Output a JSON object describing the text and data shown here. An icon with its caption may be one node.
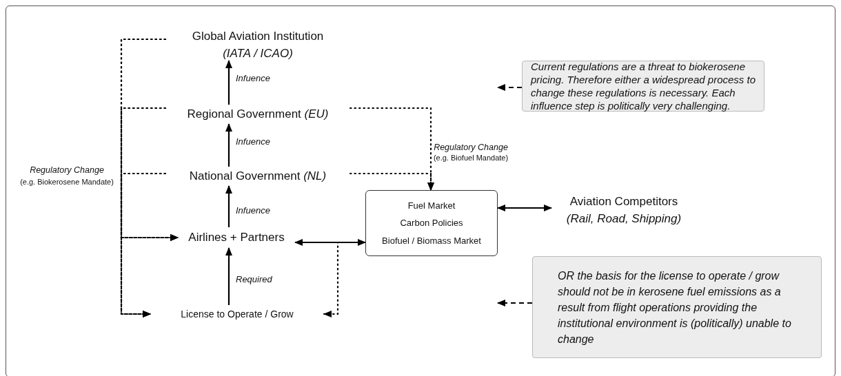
{
  "diagram": {
    "nodes": [
      {
        "text": [
          "Global Aviation Institution",
          "(IATA / ICAO)"
        ]
      },
      {
        "text": [
          "Regional Government *(EU)*"
        ]
      },
      {
        "text": [
          "National Government *(NL)*"
        ]
      },
      {
        "text": [
          "Airlines + Partners"
        ]
      },
      {
        "text": [
          "License to Operate / Grow"
        ]
      },
      {
        "text": [
          "Fuel Market",
          "Carbon Policies",
          "Biofuel / Biomass Market"
        ]
      },
      {
        "text": [
          "Aviation Competitors",
          "(Rail, Road, Shipping)"
        ]
      },
      {
        "text": [
          "Current regulations are a threat to biokerosene pricing. Therefore either a widespread process to change these regulations is necessary. Each influence step is politically very challenging."
        ]
      },
      {
        "text": [
          "OR the basis for the license to operate / grow should not be in kerosene fuel emissions as a result from flight operations providing the institutional environment is (politically) unable to change"
        ]
      }
    ],
    "edges": [
      {
        "from": 1,
        "to": 0,
        "arrow": "to",
        "label": "Infuence"
      },
      {
        "from": 2,
        "to": 1,
        "arrow": "to",
        "label": "Infuence"
      },
      {
        "from": 3,
        "to": 2,
        "arrow": "to",
        "label": "Infuence"
      },
      {
        "from": 4,
        "to": 3,
        "arrow": "to",
        "label": "Required"
      },
      {
        "from": 0,
        "to": 3,
        "arrow": "to",
        "style": "dashed"
      },
      {
        "from": 0,
        "to": 4,
        "arrow": "to",
        "style": "dashed"
      },
      {
        "from": 1,
        "to": 3,
        "arrow": "to",
        "style": "dashed"
      },
      {
        "from": 1,
        "to": 4,
        "arrow": "to",
        "style": "dashed"
      },
      {
        "from": 2,
        "to": 3,
        "arrow": "to",
        "style": "dashed"
      },
      {
        "from": 2,
        "to": 4,
        "arrow": "to",
        "style": "dashed"
      },
      {
        "from": 1,
        "to": 5,
        "arrow": "to",
        "style": "dashed"
      },
      {
        "from": 2,
        "to": 5,
        "arrow": "to",
        "style": "dashed"
      },
      {
        "from": 3,
        "to": 5,
        "arrow": "both"
      },
      {
        "from": 5,
        "to": 4,
        "arrow": "to",
        "style": "dashed"
      },
      {
        "from": 5,
        "to": 6,
        "arrow": "both"
      },
      {
        "from": 7,
        "to": null,
        "arrow": "to",
        "style": "dashed"
      },
      {
        "from": 8,
        "to": null,
        "arrow": "to",
        "style": "dashed"
      }
    ],
    "labels": [
      "Regulatory Change",
      "(e.g. Biofuel Mandate)",
      "Regulatory Change",
      "(e.g. Biokerosene Mandate)"
    ]
  }
}
